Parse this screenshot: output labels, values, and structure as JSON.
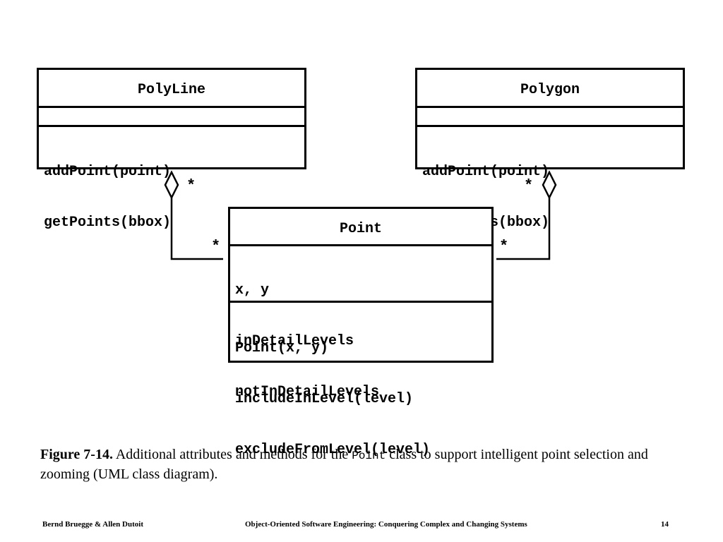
{
  "diagram": {
    "classes": {
      "polyline": {
        "name": "PolyLine",
        "attributes": [],
        "operations": [
          "addPoint(point)",
          "getPoints(bbox)"
        ]
      },
      "polygon": {
        "name": "Polygon",
        "attributes": [],
        "operations": [
          "addPoint(point)",
          "getPoints(bbox)"
        ]
      },
      "point": {
        "name": "Point",
        "attributes": [
          "x, y",
          "inDetailLevels",
          "notInDetailLevels"
        ],
        "operations": [
          "Point(x, y)",
          "includeInLevel(level)",
          "excludeFromLevel(level)"
        ]
      }
    },
    "associations": [
      {
        "from": "PolyLine",
        "to": "Point",
        "kind": "aggregation",
        "whole_multiplicity": "*",
        "part_multiplicity": "*"
      },
      {
        "from": "Polygon",
        "to": "Point",
        "kind": "aggregation",
        "whole_multiplicity": "*",
        "part_multiplicity": "*"
      }
    ]
  },
  "caption": {
    "label": "Figure 7-14.",
    "text_before": "Additional attributes and methods for the",
    "code": "Point",
    "text_after": "class to support intelligent point selection and zooming (UML class diagram)."
  },
  "footer": {
    "authors": "Bernd Bruegge & Allen Dutoit",
    "book_title": "Object-Oriented Software Engineering: Conquering Complex and Changing Systems",
    "page_number": "14"
  }
}
